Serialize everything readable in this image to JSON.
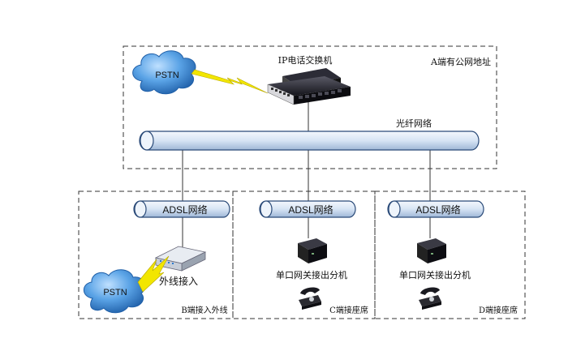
{
  "regions": {
    "a": "A端有公网地址",
    "b": "B端接入外线",
    "c": "C端接座席",
    "d": "D端接座席"
  },
  "pbx_label": "IP电话交换机",
  "fiber_label": "光纤网络",
  "adsl": [
    "ADSL网络",
    "ADSL网络",
    "ADSL网络"
  ],
  "pstn": [
    "PSTN",
    "PSTN"
  ],
  "outside_line_label": "外线接入",
  "gateway_labels": [
    "单口网关接出分机",
    "单口网关接出分机"
  ],
  "colors": {
    "pipe_fill": "#dbe8f6",
    "pipe_stroke": "#2a4a78",
    "cloud": "#3a7fc8",
    "lightning": "#f2e600"
  }
}
